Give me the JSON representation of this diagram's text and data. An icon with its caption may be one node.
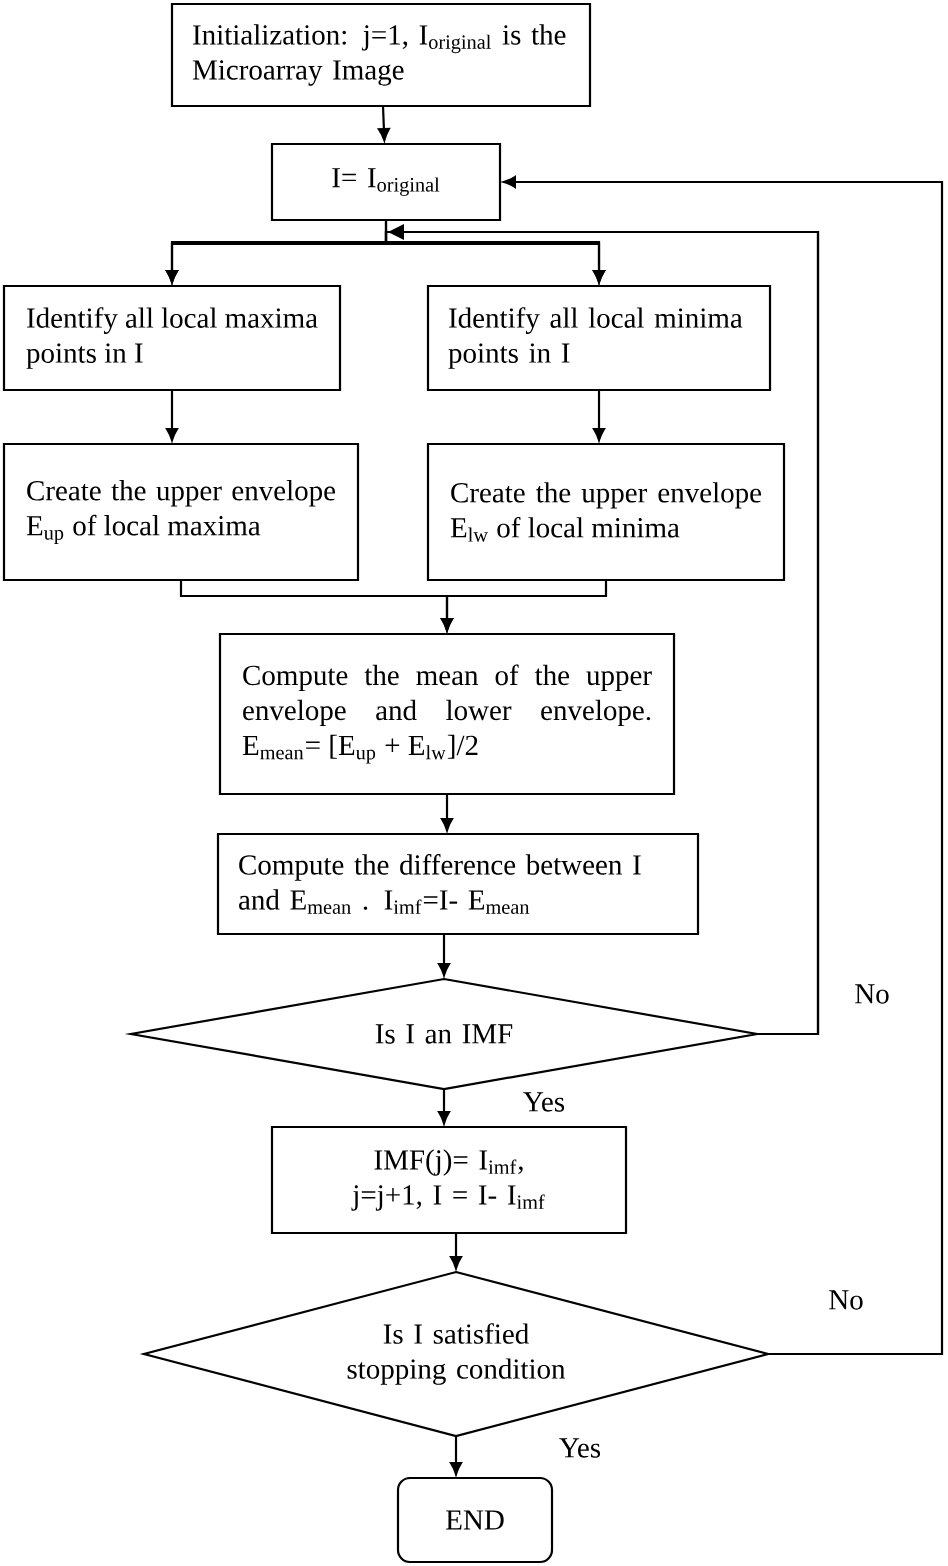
{
  "diagram": {
    "nodes": [
      {
        "text": [
          "Initialization: j=1, I$_{original}$ is the Microarray Image"
        ]
      },
      {
        "text": [
          "I= I$_{original}$"
        ]
      },
      {
        "text": [
          "Identify all local maxima points in I"
        ]
      },
      {
        "text": [
          "Identify all local minima points in I"
        ]
      },
      {
        "text": [
          "Create the upper envelope E$_{up}$ of local maxima"
        ]
      },
      {
        "text": [
          "Create the upper envelope E$_{lw}$ of local minima"
        ]
      },
      {
        "text": [
          "Compute the mean of the upper envelope and lower envelope. E$_{mean}$= [E$_{up}$ + E$_{lw}$]/2"
        ]
      },
      {
        "text": [
          "Compute the difference between I and E$_{mean}$ . I$_{imf}$=I- E$_{mean}$"
        ]
      },
      {
        "text": [
          "Is I an IMF"
        ]
      },
      {
        "text": [
          "IMF(j)= I$_{imf}$, j=j+1, I = I- I$_{imf}$"
        ]
      },
      {
        "text": [
          "Is I satisfied stopping condition"
        ]
      },
      {
        "text": [
          "END"
        ]
      }
    ],
    "edges": [
      {
        "from": 0,
        "to": 1,
        "arrow": "to"
      },
      {
        "from": 1,
        "to": 2,
        "arrow": "to"
      },
      {
        "from": 1,
        "to": 3,
        "arrow": "to"
      },
      {
        "from": 2,
        "to": 4,
        "arrow": "to"
      },
      {
        "from": 3,
        "to": 5,
        "arrow": "to"
      },
      {
        "from": 4,
        "to": 6,
        "arrow": "to"
      },
      {
        "from": 5,
        "to": 6,
        "arrow": "to"
      },
      {
        "from": 6,
        "to": 7,
        "arrow": "to"
      },
      {
        "from": 7,
        "to": 8,
        "arrow": "to"
      },
      {
        "from": 8,
        "to": 9,
        "arrow": "to",
        "label": "Yes"
      },
      {
        "from": 8,
        "to": 2,
        "arrow": "to",
        "label": "No"
      },
      {
        "from": 8,
        "to": 3,
        "arrow": "to"
      },
      {
        "from": 9,
        "to": 10,
        "arrow": "to"
      },
      {
        "from": 10,
        "to": 11,
        "arrow": "to",
        "label": "Yes"
      },
      {
        "from": 10,
        "to": 1,
        "arrow": "to",
        "label": "No"
      }
    ]
  }
}
